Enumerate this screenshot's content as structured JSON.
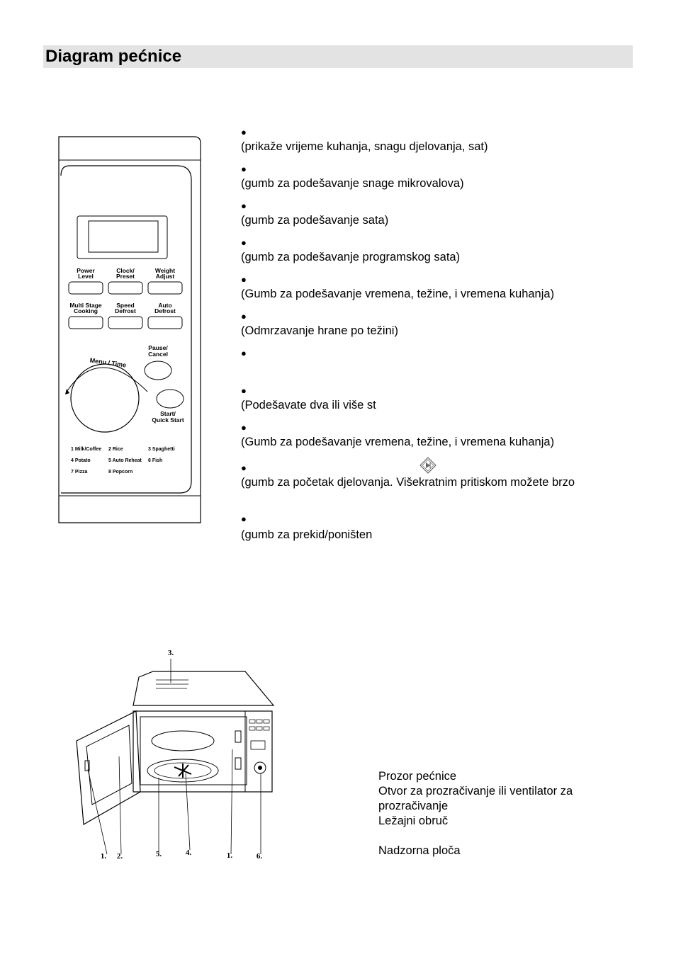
{
  "page": {
    "title": "Diagram pećnice"
  },
  "control_panel": {
    "buttons": [
      {
        "line1": "Power",
        "line2": "Level"
      },
      {
        "line1": "Clock/",
        "line2": "Preset"
      },
      {
        "line1": "Weight",
        "line2": "Adjust"
      },
      {
        "line1": "Multi Stage",
        "line2": "Cooking"
      },
      {
        "line1": "Speed",
        "line2": "Defrost"
      },
      {
        "line1": "Auto",
        "line2": "Defrost"
      }
    ],
    "dial_label": "Menu / Time",
    "pause_line1": "Pause/",
    "pause_line2": "Cancel",
    "start_line1": "Start/",
    "start_line2": "Quick Start",
    "menu_items": [
      "1 Milk/Coffee",
      "2 Rice",
      "3 Spaghetti",
      "4 Potato",
      "5 Auto Reheat",
      "6 Fish",
      "7 Pizza",
      "8 Popcorn"
    ]
  },
  "features": [
    {
      "bullet": "●",
      "desc": "(prikaže vrijeme kuhanja, snagu djelovanja, sat)"
    },
    {
      "bullet": "●",
      "desc": "(gumb za podešavanje snage mikrovalova)"
    },
    {
      "bullet": "●",
      "desc": "(gumb za podešavanje sata)"
    },
    {
      "bullet": "●",
      "desc": "(gumb za podešavanje programskog sata)"
    },
    {
      "bullet": "●",
      "desc": "(Gumb za podešavanje vremena, težine, i vremena kuhanja)"
    },
    {
      "bullet": "●",
      "desc": "(Odmrzavanje hrane po težini)"
    },
    {
      "bullet": "●",
      "desc": ""
    },
    {
      "bullet": "●",
      "desc": "(Podešavate dva ili više st"
    },
    {
      "bullet": "●",
      "desc": "(Gumb za podešavanje vremena, težine, i vremena kuhanja)"
    },
    {
      "bullet": "●",
      "desc": "(gumb za početak djelovanja. Višekratnim pritiskom možete brzo"
    },
    {
      "bullet": "●",
      "desc": "(gumb za prekid/poništen"
    }
  ],
  "oven": {
    "callouts": [
      "1.",
      "2.",
      "5.",
      "4.",
      "1.",
      "6.",
      "3."
    ]
  },
  "legend": [
    "Prozor pećnice",
    "Otvor za prozračivanje ili ventilator za",
    "prozračivanje",
    "Ležajni obruč",
    "",
    "Nadzorna ploča"
  ]
}
